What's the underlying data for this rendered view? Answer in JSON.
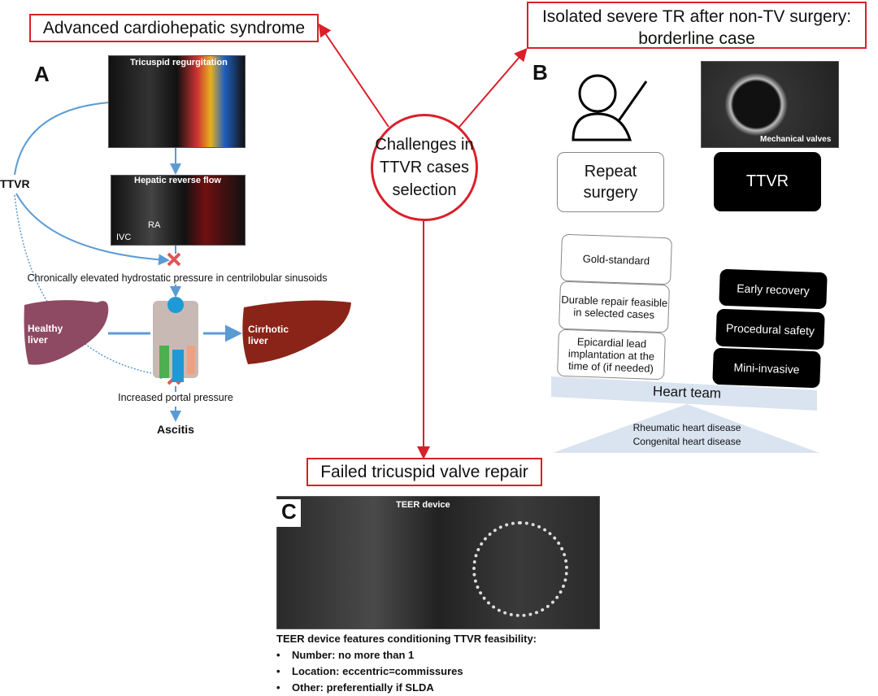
{
  "center": {
    "label": "Challenges in TTVR cases selection"
  },
  "titles": {
    "a": "Advanced cardiohepatic syndrome",
    "b": "Isolated severe TR after non-TV surgery: borderline case",
    "c": "Failed tricuspid valve repair"
  },
  "panel_a": {
    "letter": "A",
    "tr_image_caption": "Tricuspid regurgitation",
    "hepatic_image_caption": "Hepatic reverse flow",
    "ra_label": "RA",
    "ivc_label": "IVC",
    "ttvr": "TTVR",
    "chronic": "Chronically elevated hydrostatic pressure in centrilobular sinusoids",
    "healthy_liver": "Healthy liver",
    "cirrhotic_liver": "Cirrhotic liver",
    "portal": "Increased portal pressure",
    "ascitis": "Ascitis"
  },
  "panel_b": {
    "letter": "B",
    "valve_caption": "Mechanical valves",
    "repeat_surgery": "Repeat surgery",
    "ttvr": "TTVR",
    "left_items": [
      "Gold-standard",
      "Durable repair feasible in selected cases",
      "Epicardial lead implantation at the time of (if needed)"
    ],
    "right_items": [
      "Early recovery",
      "Procedural safety",
      "Mini-invasive"
    ],
    "heart_team": "Heart team",
    "fulcrum": [
      "Rheumatic heart disease",
      "Congenital heart disease"
    ]
  },
  "panel_c": {
    "letter": "C",
    "teer_label": "TEER device",
    "features_title": "TEER device features conditioning TTVR feasibility:",
    "bullets": [
      "Number: no more than 1",
      "Location: eccentric=commissures",
      "Other: preferentially if SLDA"
    ]
  },
  "colors": {
    "red": "#d9202a",
    "blue_arrow": "#5b9bd5",
    "beam": "#dae3f0"
  }
}
